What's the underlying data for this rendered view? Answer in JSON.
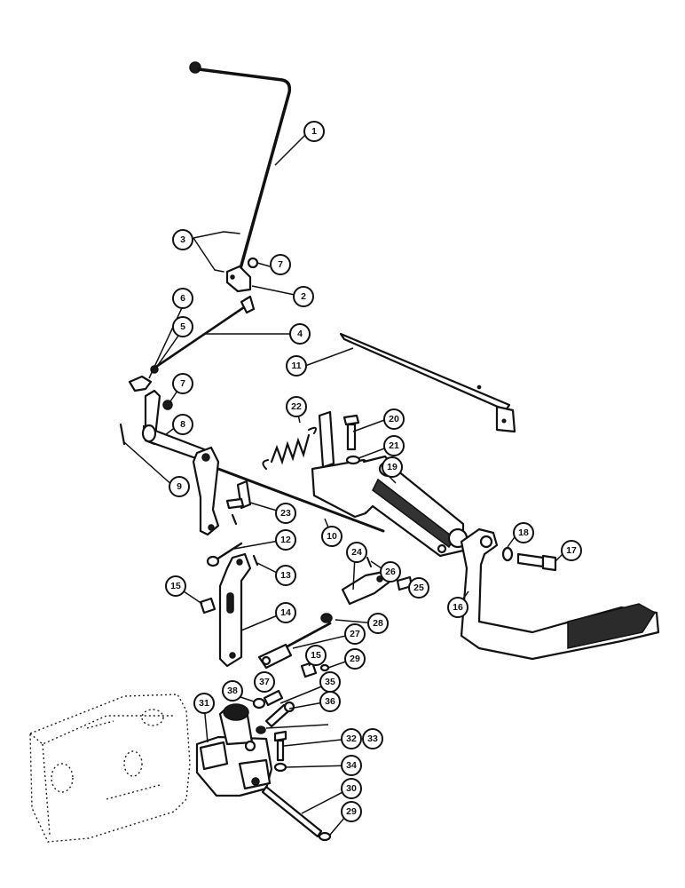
{
  "callouts": [
    {
      "id": "c1",
      "label": "1"
    },
    {
      "id": "c2",
      "label": "2"
    },
    {
      "id": "c3",
      "label": "3"
    },
    {
      "id": "c4",
      "label": "4"
    },
    {
      "id": "c5",
      "label": "5"
    },
    {
      "id": "c6",
      "label": "6"
    },
    {
      "id": "c7a",
      "label": "7"
    },
    {
      "id": "c7b",
      "label": "7"
    },
    {
      "id": "c8",
      "label": "8"
    },
    {
      "id": "c9",
      "label": "9"
    },
    {
      "id": "c10",
      "label": "10"
    },
    {
      "id": "c11",
      "label": "11"
    },
    {
      "id": "c12",
      "label": "12"
    },
    {
      "id": "c13",
      "label": "13"
    },
    {
      "id": "c14",
      "label": "14"
    },
    {
      "id": "c15a",
      "label": "15"
    },
    {
      "id": "c15b",
      "label": "15"
    },
    {
      "id": "c16",
      "label": "16"
    },
    {
      "id": "c17",
      "label": "17"
    },
    {
      "id": "c18",
      "label": "18"
    },
    {
      "id": "c19",
      "label": "19"
    },
    {
      "id": "c20",
      "label": "20"
    },
    {
      "id": "c21",
      "label": "21"
    },
    {
      "id": "c22",
      "label": "22"
    },
    {
      "id": "c23",
      "label": "23"
    },
    {
      "id": "c24",
      "label": "24"
    },
    {
      "id": "c25",
      "label": "25"
    },
    {
      "id": "c26",
      "label": "26"
    },
    {
      "id": "c27",
      "label": "27"
    },
    {
      "id": "c28",
      "label": "28"
    },
    {
      "id": "c29a",
      "label": "29"
    },
    {
      "id": "c29b",
      "label": "29"
    },
    {
      "id": "c30",
      "label": "30"
    },
    {
      "id": "c31",
      "label": "31"
    },
    {
      "id": "c32",
      "label": "32"
    },
    {
      "id": "c33",
      "label": "33"
    },
    {
      "id": "c34",
      "label": "34"
    },
    {
      "id": "c35",
      "label": "35"
    },
    {
      "id": "c36",
      "label": "36"
    },
    {
      "id": "c37",
      "label": "37"
    },
    {
      "id": "c38",
      "label": "38"
    }
  ]
}
